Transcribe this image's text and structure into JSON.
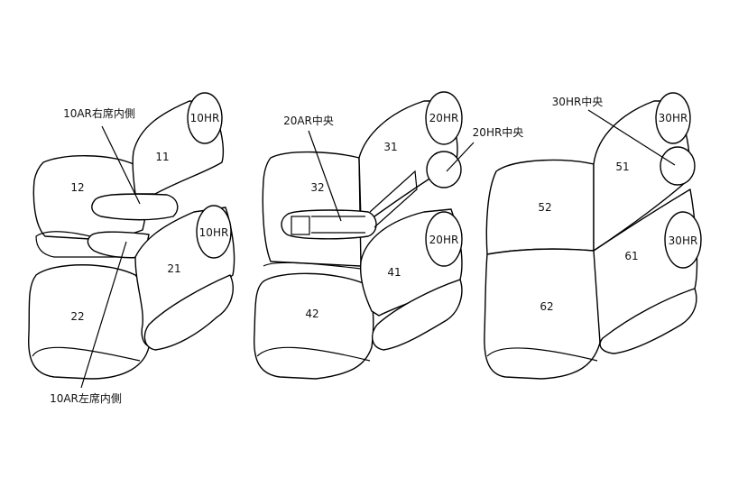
{
  "diagram": {
    "front_seats": {
      "callout_right_inner": "10AR右席内側",
      "callout_left_inner": "10AR左席内側",
      "headrest_upper": "10HR",
      "headrest_lower": "10HR",
      "part_11": "11",
      "part_12": "12",
      "part_21": "21",
      "part_22": "22"
    },
    "second_row": {
      "callout_center_armrest": "20AR中央",
      "callout_center_headrest": "20HR中央",
      "headrest_upper": "20HR",
      "headrest_lower": "20HR",
      "part_31": "31",
      "part_32": "32",
      "part_41": "41",
      "part_42": "42"
    },
    "third_row": {
      "callout_center_headrest": "30HR中央",
      "headrest_upper": "30HR",
      "headrest_lower": "30HR",
      "part_51": "51",
      "part_52": "52",
      "part_61": "61",
      "part_62": "62"
    }
  }
}
